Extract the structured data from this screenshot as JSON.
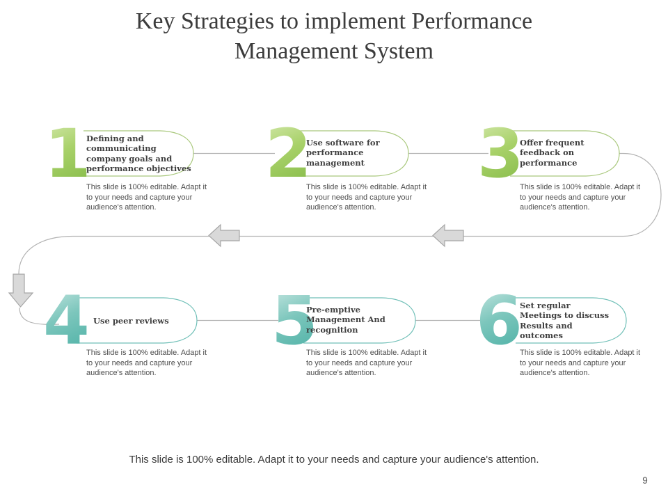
{
  "title": "Key Strategies to implement Performance Management System",
  "items": [
    {
      "number": "1",
      "title": "Defining and communicating company goals and performance objectives",
      "description": "This slide is 100% editable. Adapt it to your needs and capture your audience's attention.",
      "accent_color": "#8cc052"
    },
    {
      "number": "2",
      "title": "Use software for performance management",
      "description": "This slide is 100% editable. Adapt it to your needs and capture your audience's attention.",
      "accent_color": "#8cc052"
    },
    {
      "number": "3",
      "title": "Offer frequent feedback on performance",
      "description": "This slide is 100% editable. Adapt it to your needs and capture your audience's attention.",
      "accent_color": "#8cc052"
    },
    {
      "number": "4",
      "title": "Use peer reviews",
      "description": "This slide is 100% editable. Adapt it to your needs and capture your audience's attention.",
      "accent_color": "#54b7ac"
    },
    {
      "number": "5",
      "title": "Pre-emptive Management And recognition",
      "description": "This slide is 100% editable. Adapt it to your needs and capture your audience's attention.",
      "accent_color": "#54b7ac"
    },
    {
      "number": "6",
      "title": "Set regular Meetings to discuss Results and outcomes",
      "description": "This slide is 100% editable. Adapt it to your needs and capture your audience's attention.",
      "accent_color": "#54b7ac"
    }
  ],
  "colors": {
    "green_accent": "#8cc052",
    "teal_accent": "#54b7ac",
    "green_outline": "#a9c87c",
    "teal_outline": "#6fbfb7",
    "connector_gray": "#b3b3b3",
    "arrow_fill": "#d9d9d9",
    "arrow_stroke": "#a6a6a6"
  },
  "icons": {
    "flow_arrow_left": "left-block-arrow",
    "flow_arrow_down": "down-block-arrow"
  },
  "footer_note": "This slide is 100% editable. Adapt it to your needs and capture your audience's attention.",
  "page_number": "9"
}
